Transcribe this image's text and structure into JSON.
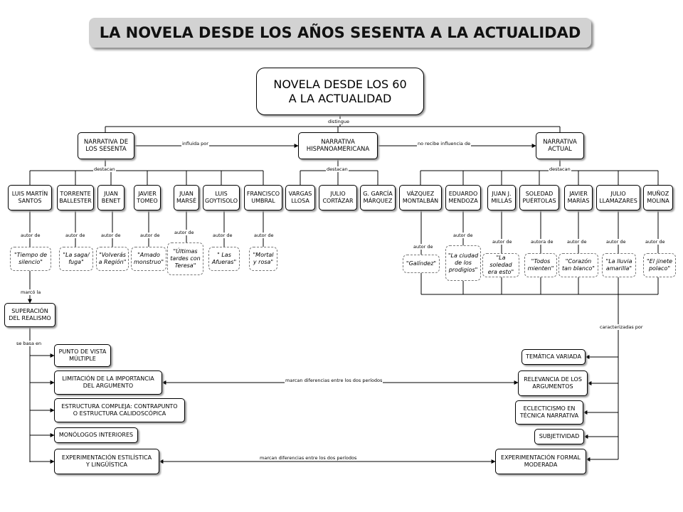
{
  "title": "LA NOVELA DESDE LOS AÑOS SESENTA A LA ACTUALIDAD",
  "root": "NOVELA DESDE LOS 60\nA LA ACTUALIDAD",
  "labels": {
    "distingue": "distingue",
    "influida": "influida por",
    "no_recibe": "no recibe influencia de",
    "destacan_1": "destacan",
    "destacan_2": "destacan",
    "destacan_3": "destacan",
    "marco": "marcó la",
    "se_basa": "se basa en",
    "caracterizadas": "caracterizadas por",
    "marcan_1": "marcan diferencias entre los dos períodos",
    "marcan_2": "marcan diferencias entre los dos períodos"
  },
  "branches": {
    "sesenta": "NARRATIVA DE\nLOS SESENTA",
    "hispano": "NARRATIVA\nHISPANOAMERICANA",
    "actual": "NARRATIVA\nACTUAL"
  },
  "authors": [
    {
      "name": "LUIS MARTÍN\nSANTOS",
      "rel": "autor de",
      "work": "\"Tiempo de\nsilencio\""
    },
    {
      "name": "TORRENTE\nBALLESTER",
      "rel": "autor de",
      "work": "\"La saga/\nfuga\""
    },
    {
      "name": "JUAN\nBENET",
      "rel": "autor de",
      "work": "\"Volverás\na Región\""
    },
    {
      "name": "JAVIER\nTOMEO",
      "rel": "autor de",
      "work": "\"Amado\nmonstruo\""
    },
    {
      "name": "JUAN\nMARSÉ",
      "rel": "autor de",
      "work": "\"Últimas\ntardes con\nTeresa\""
    },
    {
      "name": "LUIS\nGOYTISOLO",
      "rel": "autor de",
      "work": "\" Las\nAfueras\""
    },
    {
      "name": "FRANCISCO\nUMBRAL",
      "rel": "autor de",
      "work": "\"Mortal\ny rosa\""
    },
    {
      "name": "VARGAS\nLLOSA"
    },
    {
      "name": "JULIO\nCORTÁZAR"
    },
    {
      "name": "G. GARCÍA\nMÁRQUEZ"
    },
    {
      "name": "VÁZQUEZ\nMONTALBÁN",
      "rel": "autor de",
      "work": "\"Galíndez\""
    },
    {
      "name": "EDUARDO\nMENDOZA",
      "rel": "autor de",
      "work": "\"La ciudad\nde los\nprodigios\""
    },
    {
      "name": "JUAN J.\nMILLÁS",
      "rel": "autor de",
      "work": "\"La soledad\nera esto\""
    },
    {
      "name": "SOLEDAD\nPUÉRTOLAS",
      "rel": "autora de",
      "work": "\"Todos\nmienten\""
    },
    {
      "name": "JAVIER\nMARÍAS",
      "rel": "autor de",
      "work": "\"Corazón\ntan blanco\""
    },
    {
      "name": "JULIO\nLLAMAZARES",
      "rel": "autor de",
      "work": "\"La lluvia\namarilla\""
    },
    {
      "name": "MUÑOZ\nMOLINA",
      "rel": "autor de",
      "work": "\"El jinete\npolaco\""
    }
  ],
  "superacion": "SUPERACIÓN\nDEL REALISMO",
  "left_features": [
    "PUNTO DE VISTA\nMÚLTIPLE",
    "LIMITACIÓN  DE LA IMPORTANCIA\nDEL ARGUMENTO",
    "ESTRUCTURA  COMPLEJA: CONTRAPUNTO\nO ESTRUCTURA CALIDOSCÓPICA",
    "MONÓLOGOS  INTERIORES",
    "EXPERIMENTACIÓN  ESTILÍSTICA\nY LINGÜÍSTICA"
  ],
  "right_features": [
    "TEMÁTICA  VARIADA",
    "RELEVANCIA  DE LOS\nARGUMENTOS",
    "ECLECTICISMO  EN\nTÉCNICA  NARRATIVA",
    "SUBJETIVIDAD",
    "EXPERIMENTACIÓN   FORMAL\nMODERADA"
  ]
}
